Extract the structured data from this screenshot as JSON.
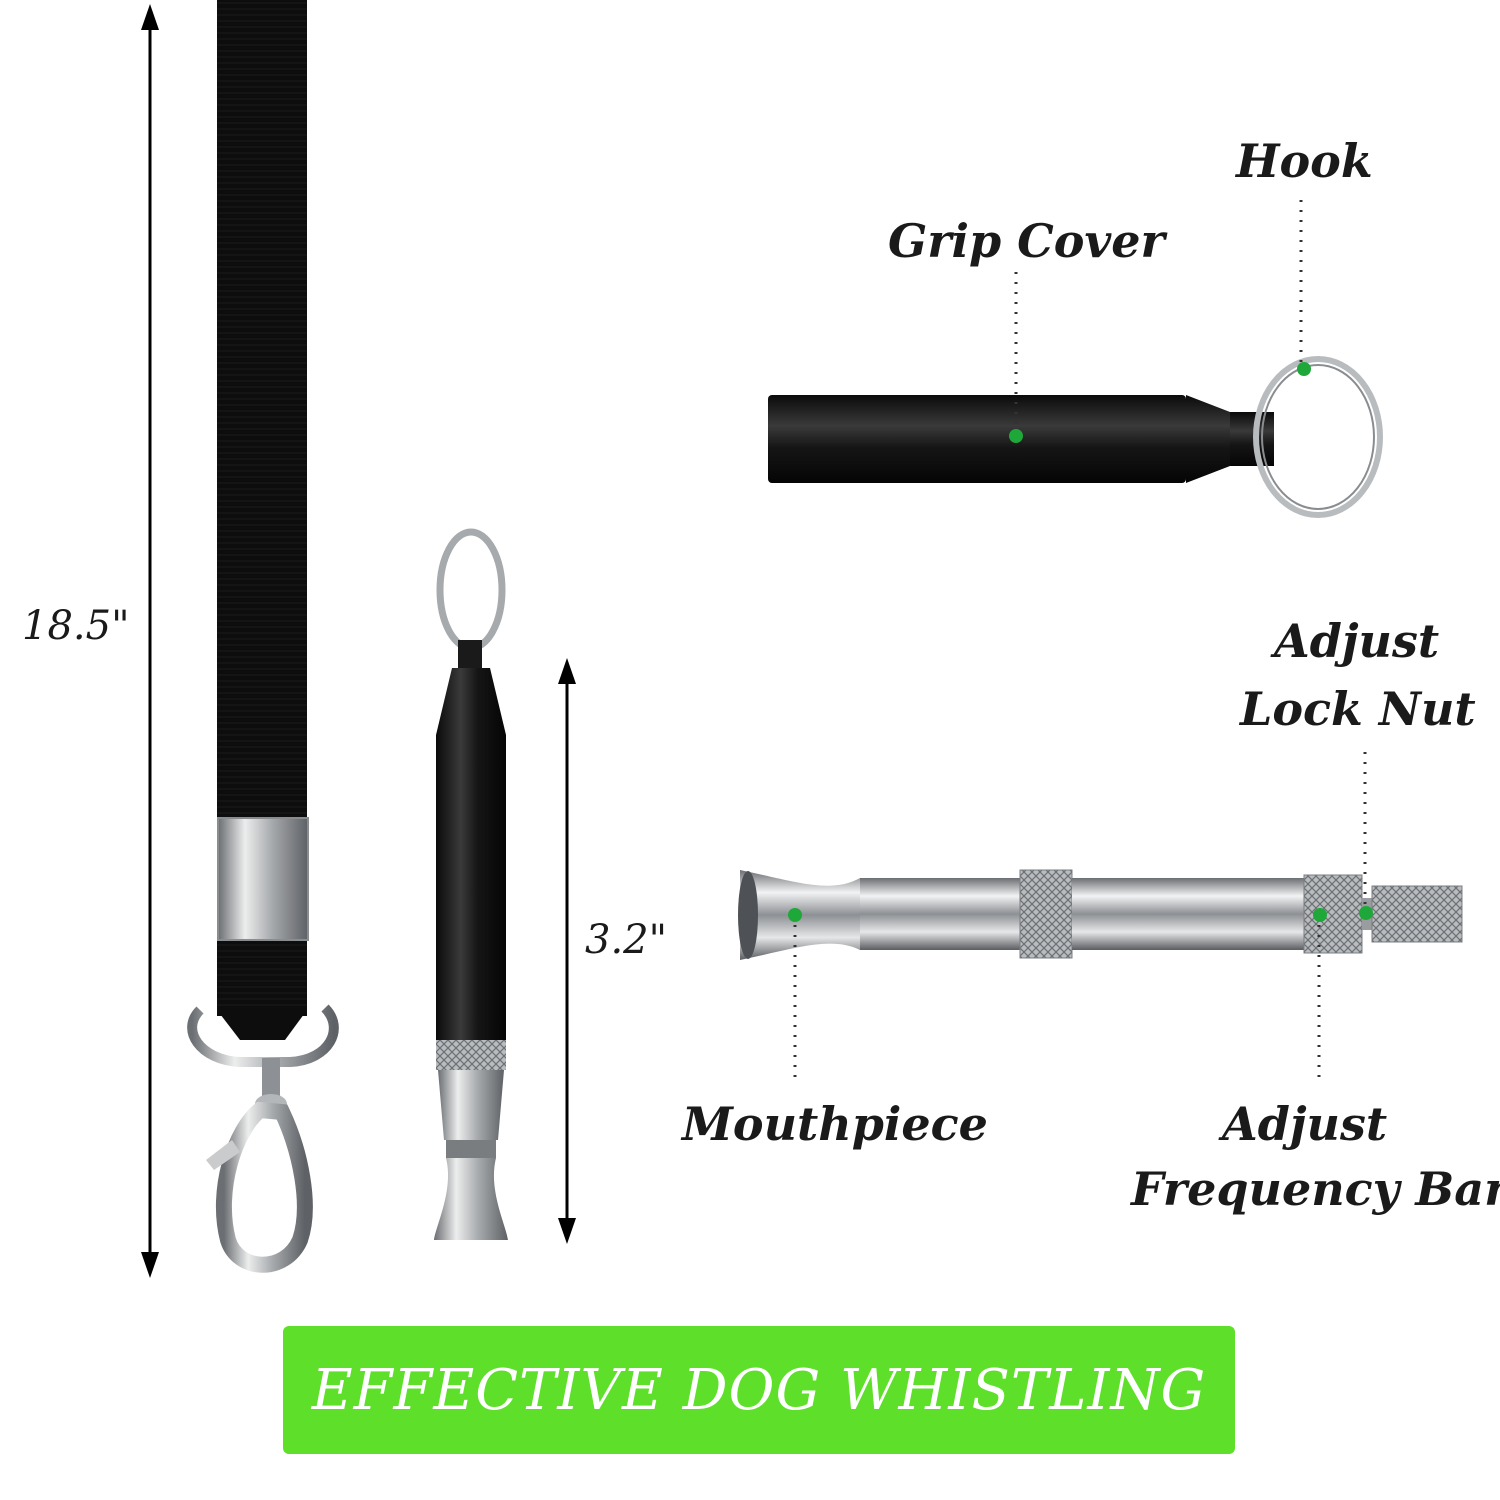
{
  "dimensions": {
    "lanyard_length": "18.5\"",
    "whistle_length": "3.2\""
  },
  "parts": {
    "hook": "Hook",
    "grip_cover": "Grip Cover",
    "adjust_lock_nut_line1": "Adjust",
    "adjust_lock_nut_line2": "Lock Nut",
    "mouthpiece": "Mouthpiece",
    "adjust_frequency_bar_line1": "Adjust",
    "adjust_frequency_bar_line2": "Frequency Bar"
  },
  "banner": {
    "text": "EFFECTIVE DOG WHISTLING"
  },
  "colors": {
    "banner_green": "#5ee02a",
    "marker_green": "#1fa83a",
    "lanyard_black": "#0d0d0d",
    "metal_silver": "#c9cbcd"
  },
  "icons": [
    "lanyard-strap-icon",
    "carabiner-clip-icon",
    "whistle-with-ring-icon",
    "grip-cover-icon",
    "key-ring-icon",
    "silver-whistle-icon"
  ]
}
